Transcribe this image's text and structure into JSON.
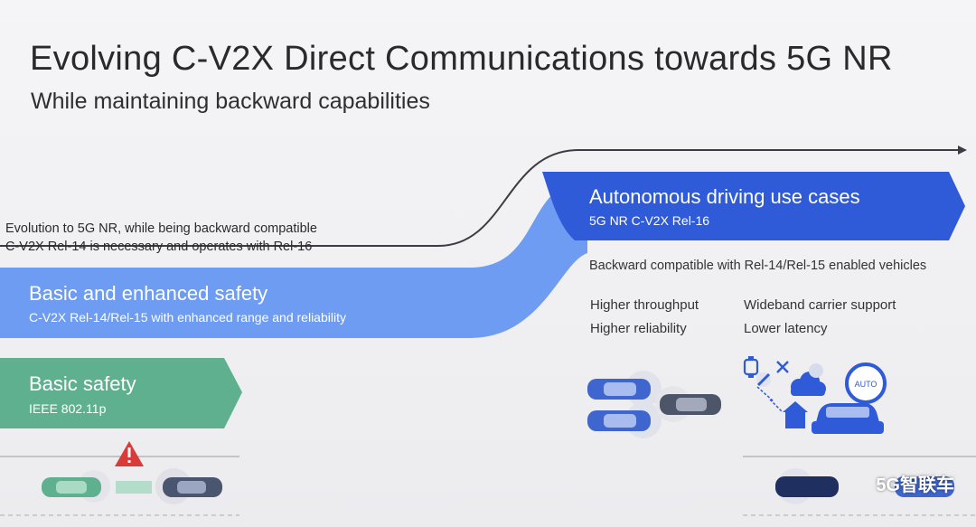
{
  "title": "Evolving C-V2X Direct Communications towards 5G NR",
  "subtitle": "While maintaining backward capabilities",
  "evolution_note": {
    "line1": "Evolution to 5G NR, while being backward compatible",
    "line2": "C-V2X Rel-14 is necessary and operates with Rel-16"
  },
  "bands": {
    "enhanced": {
      "title": "Basic and enhanced safety",
      "sub": "C-V2X Rel-14/Rel-15 with enhanced range and reliability"
    },
    "basic": {
      "title": "Basic safety",
      "sub": "IEEE 802.11p"
    },
    "autonomous": {
      "title": "Autonomous driving use cases",
      "sub": "5G NR C-V2X Rel-16"
    }
  },
  "backward_note": "Backward compatible with Rel-14/Rel-15 enabled vehicles",
  "features": {
    "col1": [
      "Higher throughput",
      "Higher reliability"
    ],
    "col2": [
      "Wideband carrier support",
      "Lower latency"
    ]
  },
  "watermark": "5G智联车",
  "colors": {
    "basic_green": "#5fb08f",
    "enhanced_blue": "#6e9cf2",
    "autonomous_blue": "#2f5ad8",
    "warning_red": "#d93a3a",
    "car_blue": "#3f66cf"
  },
  "icons": [
    "warning-icon",
    "car-icon",
    "watch-icon",
    "wrench-icon",
    "cloud-icon",
    "house-icon",
    "auto-sign-icon"
  ]
}
